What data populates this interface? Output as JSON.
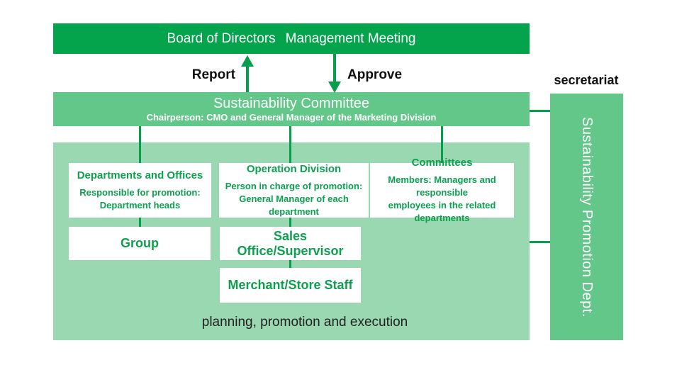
{
  "colors": {
    "dark_green": "#04a44c",
    "mid_green": "#63c78a",
    "light_green": "#9ad8b1",
    "line_green": "#069e4a",
    "box_text_green": "#0ca04f",
    "label_black": "#111111"
  },
  "top_bar": {
    "title_left": "Board of Directors",
    "title_right": "Management Meeting"
  },
  "flow": {
    "report_label": "Report",
    "approve_label": "Approve"
  },
  "committee": {
    "title": "Sustainability Committee",
    "subtitle": "Chairperson: CMO and General Manager of the Marketing Division"
  },
  "departments": {
    "boxes": [
      {
        "title": "Departments and Offices",
        "line1": "Responsible for promotion:",
        "line2": "Department heads"
      },
      {
        "title": "Operation Division",
        "line1": "Person in charge of promotion:",
        "line2": "General Manager of each department"
      },
      {
        "title": "Committees",
        "line1": "Members: Managers and responsible",
        "line2": "employees in the related departments"
      }
    ],
    "group_label": "Group",
    "sales_label": "Sales Office/Supervisor",
    "merchant_label": "Merchant/Store Staff",
    "footer": "planning, promotion and execution"
  },
  "secretariat": {
    "label": "secretariat",
    "dept": "Sustainability Promotion Dept."
  }
}
